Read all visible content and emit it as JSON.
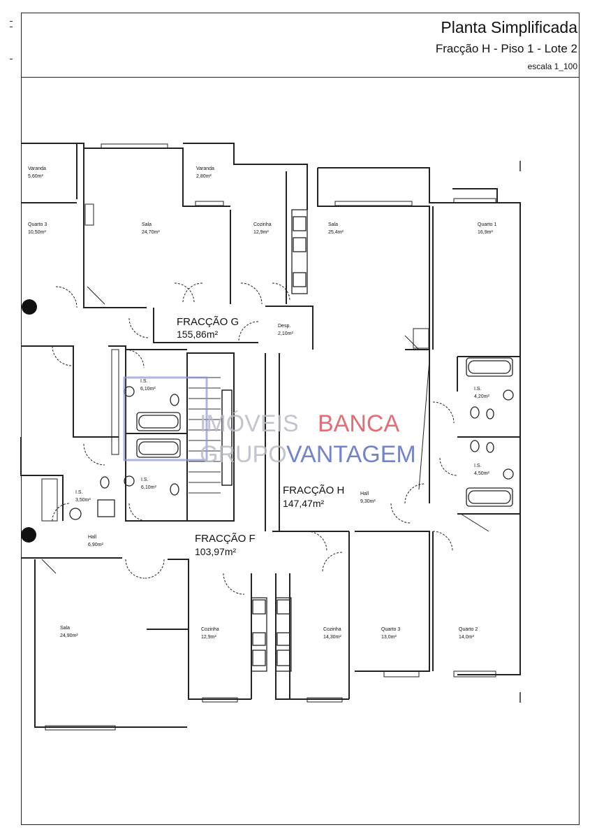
{
  "header": {
    "title": "Planta Simplificada",
    "subtitle": "Fracção H - Piso 1 - Lote 2",
    "scale": "escala 1_100"
  },
  "fractions": [
    {
      "name": "FRACÇÃO G",
      "area": "155,86m²"
    },
    {
      "name": "FRACÇÃO H",
      "area": "147,47m²"
    },
    {
      "name": "FRACÇÃO F",
      "area": "103,97m²"
    }
  ],
  "rooms": [
    {
      "name": "Varanda",
      "area": "5,60m²"
    },
    {
      "name": "Varanda",
      "area": "2,80m²"
    },
    {
      "name": "Quarto 3",
      "area": "10,50m²"
    },
    {
      "name": "Sala",
      "area": "24,70m²"
    },
    {
      "name": "Cozinha",
      "area": "12,9m²"
    },
    {
      "name": "Sala",
      "area": "25,4m²"
    },
    {
      "name": "Quarto 1",
      "area": "16,9m²"
    },
    {
      "name": "Desp.",
      "area": "2,10m²"
    },
    {
      "name": "I.S.",
      "area": "6,10m²"
    },
    {
      "name": "I.S.",
      "area": "4,20m²"
    },
    {
      "name": "I.S.",
      "area": "6,10m²"
    },
    {
      "name": "I.S.",
      "area": "4,50m²"
    },
    {
      "name": "I.S.",
      "area": "3,50m²"
    },
    {
      "name": "Hall",
      "area": "9,30m²"
    },
    {
      "name": "Hall",
      "area": "6,90m²"
    },
    {
      "name": "Sala",
      "area": "24,90m²"
    },
    {
      "name": "Cozinha",
      "area": "12,9m²"
    },
    {
      "name": "Cozinha",
      "area": "14,30m²"
    },
    {
      "name": "Quarto 3",
      "area": "13,0m²"
    },
    {
      "name": "Quarto 2",
      "area": "14,0m²"
    }
  ],
  "watermark": {
    "line1_a": "IMÓVEIS",
    "line1_b": "BANCA",
    "line2_a": "GRUPO",
    "line2_b": "VANTAGEM",
    "color_grey": "#b9bcc6",
    "color_red": "#e0535c",
    "color_blue": "#5b6fbf"
  }
}
